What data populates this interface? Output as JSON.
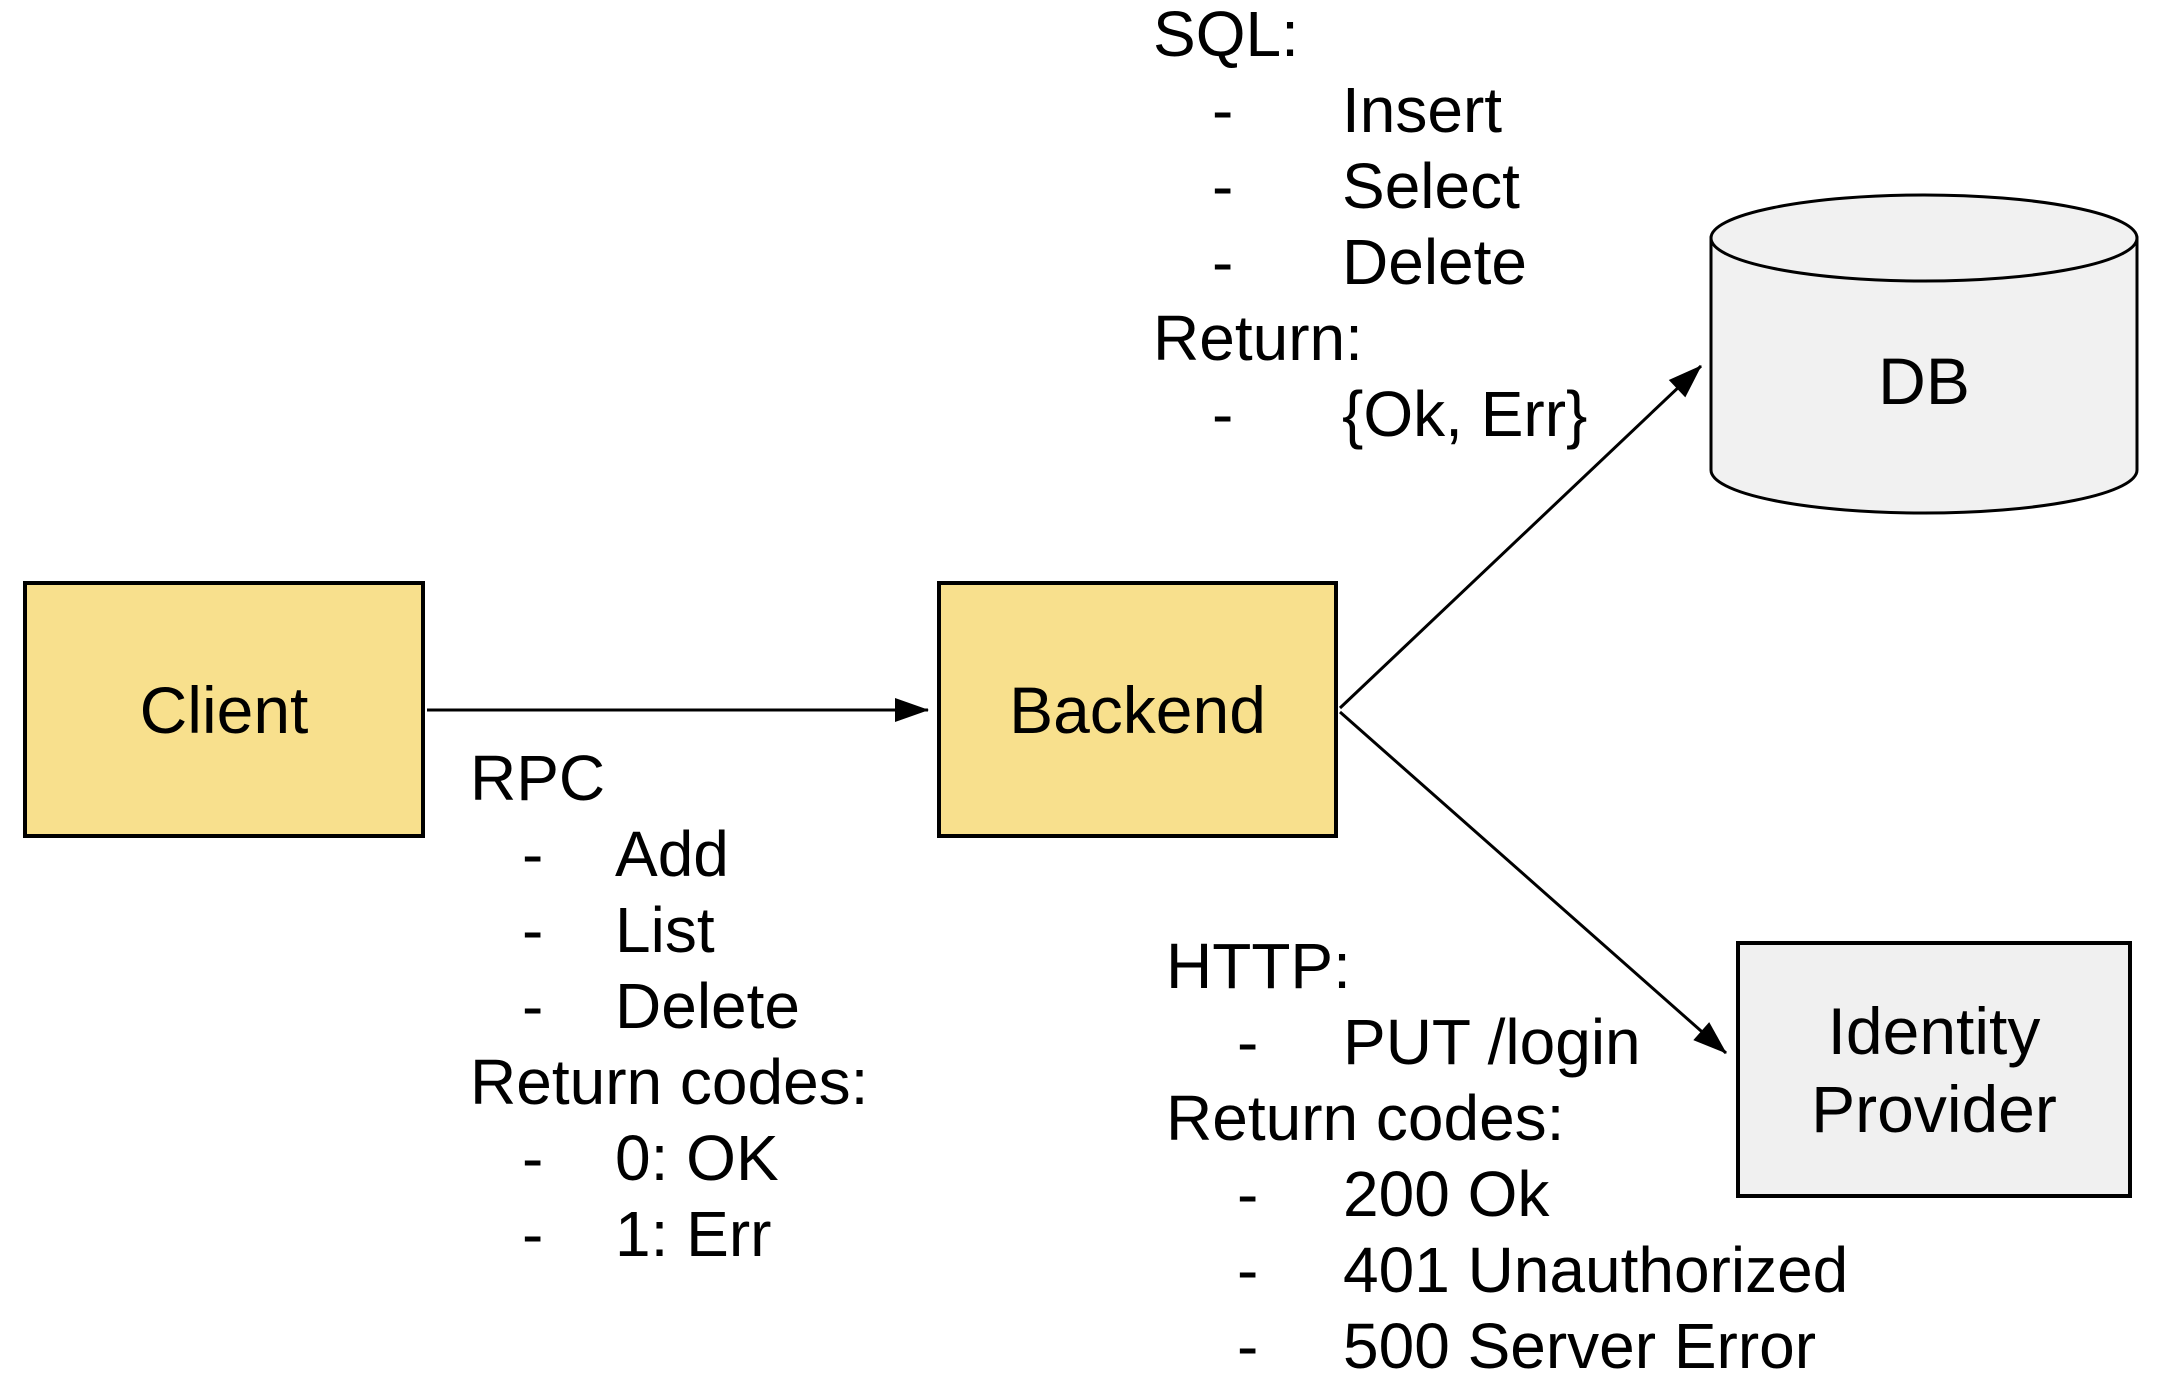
{
  "diagram": {
    "nodes": {
      "client": {
        "label": "Client"
      },
      "backend": {
        "label": "Backend"
      },
      "db": {
        "label": "DB"
      },
      "identity_provider": {
        "label": "Identity Provider"
      }
    },
    "annotations": {
      "bullet_char": "-",
      "rpc": {
        "lines": [
          {
            "kind": "heading",
            "text": "RPC"
          },
          {
            "kind": "bullet",
            "text": "Add"
          },
          {
            "kind": "bullet",
            "text": "List"
          },
          {
            "kind": "bullet",
            "text": "Delete"
          },
          {
            "kind": "heading",
            "text": "Return codes:"
          },
          {
            "kind": "bullet",
            "text": "0: OK"
          },
          {
            "kind": "bullet",
            "text": "1: Err"
          }
        ]
      },
      "sql": {
        "lines": [
          {
            "kind": "heading",
            "text": "SQL:"
          },
          {
            "kind": "bullet",
            "text": "Insert"
          },
          {
            "kind": "bullet",
            "text": "Select"
          },
          {
            "kind": "bullet",
            "text": "Delete"
          },
          {
            "kind": "heading",
            "text": "Return:"
          },
          {
            "kind": "bullet",
            "text": "{Ok, Err}"
          }
        ]
      },
      "http": {
        "lines": [
          {
            "kind": "heading",
            "text": "HTTP:"
          },
          {
            "kind": "bullet",
            "text": "PUT /login"
          },
          {
            "kind": "heading",
            "text": "Return codes:"
          },
          {
            "kind": "bullet",
            "text": "200 Ok"
          },
          {
            "kind": "bullet",
            "text": "401 Unauthorized"
          },
          {
            "kind": "bullet",
            "text": "500 Server Error"
          }
        ]
      }
    },
    "colors": {
      "node_fill_yellow": "#F8E08D",
      "node_fill_gray": "#F0F0F0",
      "stroke": "#000000",
      "background": "#FFFFFF"
    }
  }
}
